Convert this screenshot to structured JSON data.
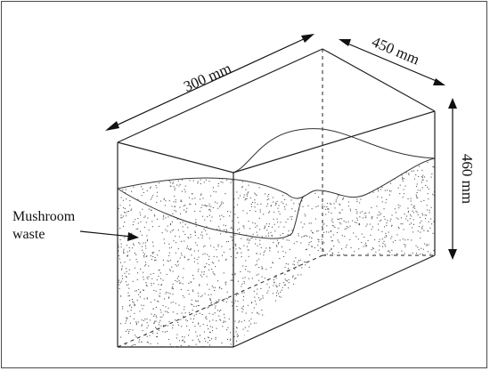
{
  "dimensions": {
    "length_label": "300 mm",
    "width_label": "450 mm",
    "height_label": "460 mm"
  },
  "annotation": {
    "line1": "Mushroom",
    "line2": "waste"
  },
  "colors": {
    "stroke": "#222222",
    "frame": "#4a4a4a",
    "particles": "#555555"
  }
}
